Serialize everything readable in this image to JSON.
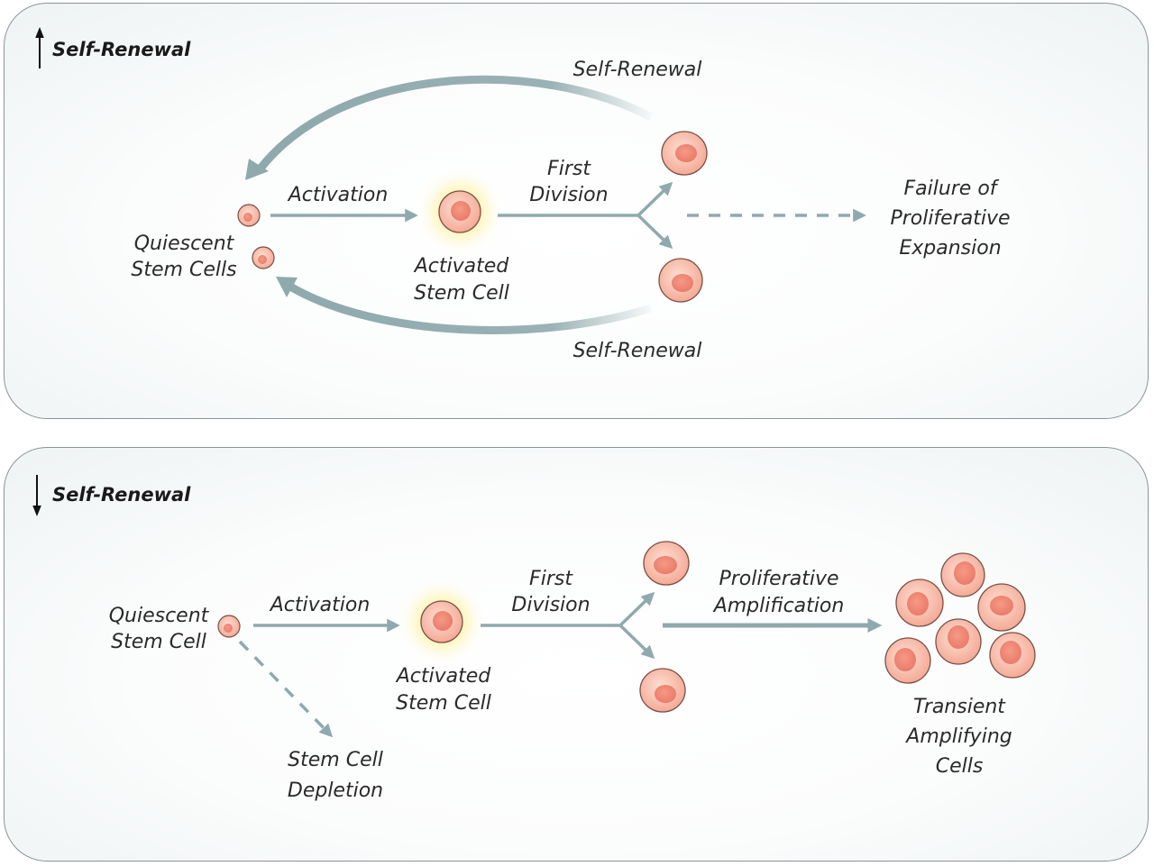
{
  "top_panel": {
    "header": "Self-Renewal",
    "header_arrow": "up",
    "arc_top_label": "Self-Renewal",
    "arc_bottom_label": "Self-Renewal",
    "activation_label": "Activation",
    "first_division_line1": "First",
    "first_division_line2": "Division",
    "quiescent_line1": "Quiescent",
    "quiescent_line2": "Stem Cells",
    "activated_line1": "Activated",
    "activated_line2": "Stem Cell",
    "failure_line1": "Failure of",
    "failure_line2": "Proliferative",
    "failure_line3": "Expansion"
  },
  "bottom_panel": {
    "header": "Self-Renewal",
    "header_arrow": "down",
    "quiescent_line1": "Quiescent",
    "quiescent_line2": "Stem Cell",
    "activation_label": "Activation",
    "activated_line1": "Activated",
    "activated_line2": "Stem Cell",
    "first_division_line1": "First",
    "first_division_line2": "Division",
    "proliferative_line1": "Proliferative",
    "proliferative_line2": "Amplification",
    "depletion_line1": "Stem Cell",
    "depletion_line2": "Depletion",
    "transient_line1": "Transient",
    "transient_line2": "Amplifying",
    "transient_line3": "Cells"
  },
  "colors": {
    "arrow": "#8fa9ad",
    "cell_fill": "#f7b5a2",
    "nucleus_fill": "#ee8674",
    "cell_outline": "#7a5048",
    "glow": "#fff2a6"
  }
}
